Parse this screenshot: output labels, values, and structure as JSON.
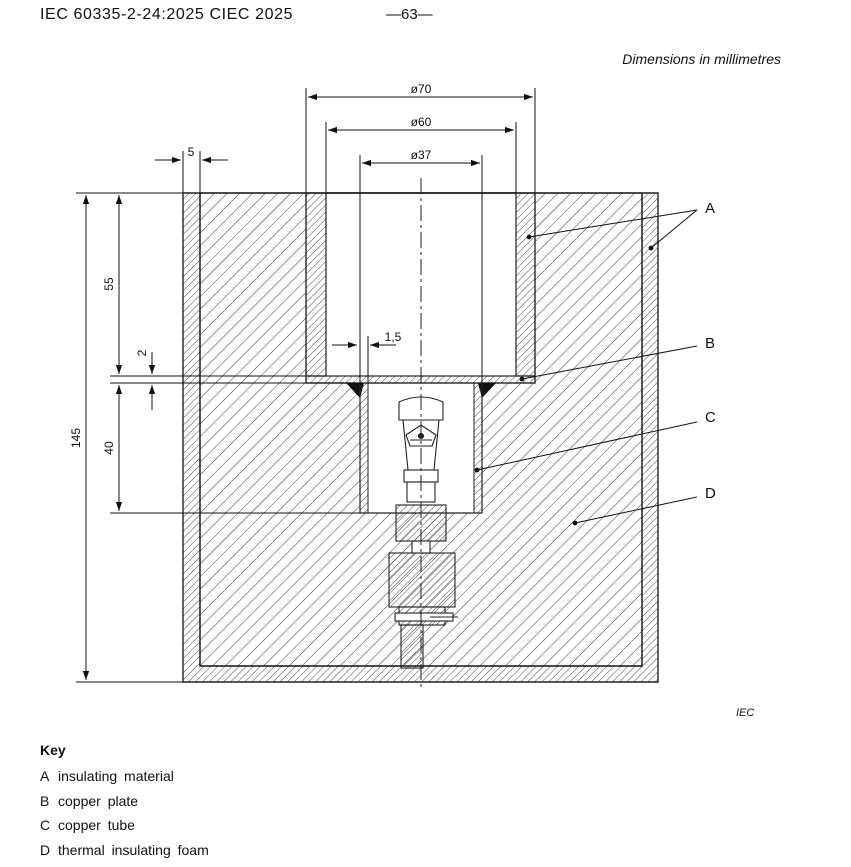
{
  "header": {
    "standard": "IEC  60335-2-24:2025  CIEC  2025",
    "page_number": "—63—"
  },
  "dimension_note": "Dimensions in millimetres",
  "figure_mark": "IEC",
  "dimensions": {
    "outer_diameter": "ø70",
    "inner_diameter": "ø60",
    "tube_diameter": "ø37",
    "wall_thickness": "5",
    "total_height": "145",
    "cup_depth": "55",
    "plate_thickness": "2",
    "tube_depth": "40",
    "gap": "1,5"
  },
  "callouts": [
    "A",
    "B",
    "C",
    "D"
  ],
  "key": {
    "title": "Key",
    "items": [
      {
        "letter": "A",
        "text": "insulating  material"
      },
      {
        "letter": "B",
        "text": "copper  plate"
      },
      {
        "letter": "C",
        "text": "copper  tube"
      },
      {
        "letter": "D",
        "text": "thermal  insulating  foam"
      }
    ]
  }
}
